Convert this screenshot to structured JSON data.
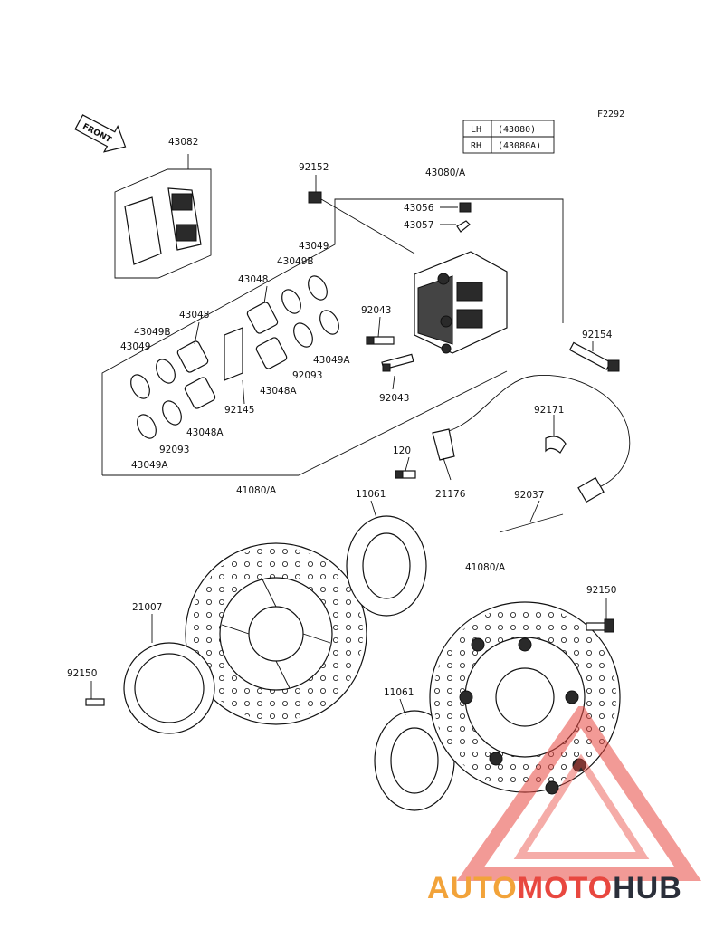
{
  "figure_code": "F2292",
  "front_label": "FRONT",
  "side_table": [
    {
      "side": "LH",
      "part": "(43080)"
    },
    {
      "side": "RH",
      "part": "(43080A)"
    }
  ],
  "callouts": {
    "pads": "43082",
    "bolt_top": "92152",
    "caliper": "43080/A",
    "bleeder_cap": "43056",
    "bleeder": "43057",
    "seal_r1": "43049",
    "seal_r2": "43049B",
    "piston_r1": "43048",
    "bolt_upper": "92043",
    "mount_bolt": "92154",
    "piston_l1": "43048",
    "seal_l1": "43049B",
    "seal_l2": "43049",
    "piston_r2": "43048A",
    "seal_r3": "92093",
    "seal_r4": "43049A",
    "bolt_lower": "92043",
    "spring": "92145",
    "piston_l2": "43048A",
    "seal_l3": "92093",
    "seal_l4": "43049A",
    "clamp": "92171",
    "sensor_bolt": "120",
    "sensor": "21176",
    "disc_left": "41080/A",
    "shim_left": "11061",
    "stay": "92037",
    "disc_right": "41080/A",
    "bolt_right": "92150",
    "rotor_ring": "21007",
    "bolt_left": "92150",
    "shim_right": "11061"
  },
  "watermark": {
    "part1": "AUTO",
    "part2": "MOTO",
    "part3": "HUB"
  },
  "colors": {
    "line": "#111111",
    "wm_orange": "#f2a33a",
    "wm_red": "#e8473f",
    "wm_dark": "#2b2f3a"
  }
}
